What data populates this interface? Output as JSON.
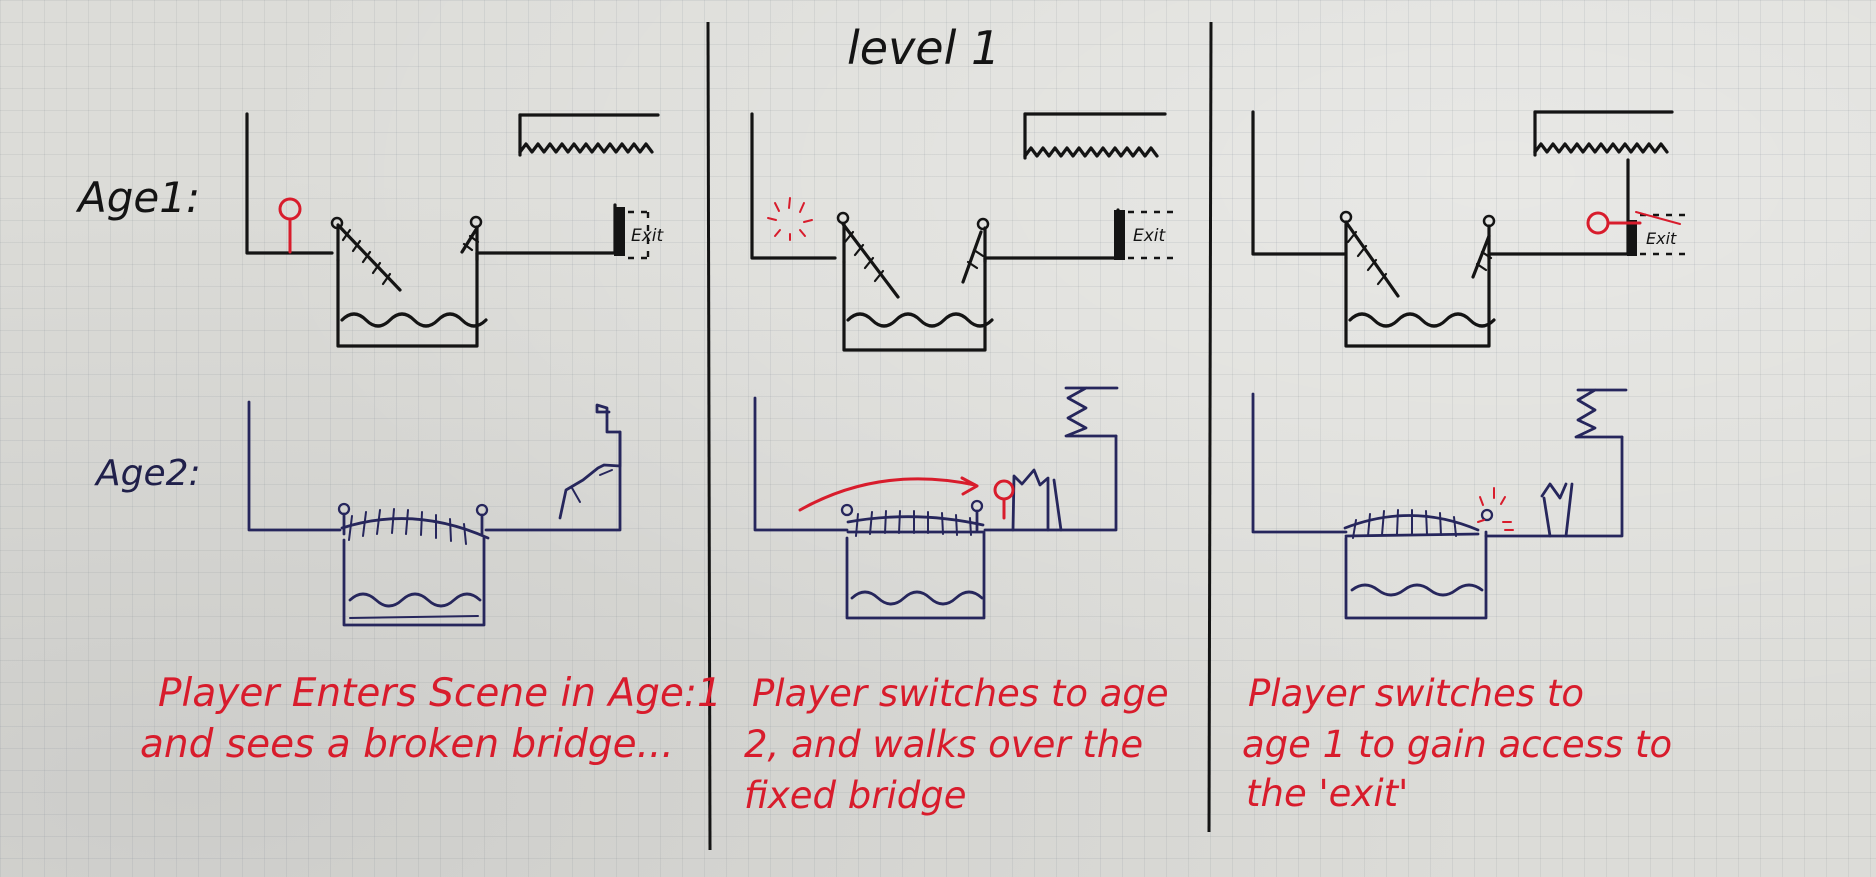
{
  "title": "level 1",
  "row_labels": {
    "age1": "Age1:",
    "age2": "Age2:"
  },
  "exit_label": "Exit",
  "exit_label_panel3": "Exit",
  "captions": [
    {
      "line1": "Player Enters Scene in Age:1",
      "line2": "and sees a broken bridge..."
    },
    {
      "line1": "Player switches to age",
      "line2": "2, and walks over the",
      "line3": "fixed bridge"
    },
    {
      "line1": "Player switches to",
      "line2": "age 1 to gain access to",
      "line3": "the 'exit'"
    }
  ],
  "colors": {
    "ink": "#141414",
    "age2_ink": "#26265c",
    "player_red": "#d81c2c",
    "paper": "#dcdcd8"
  }
}
